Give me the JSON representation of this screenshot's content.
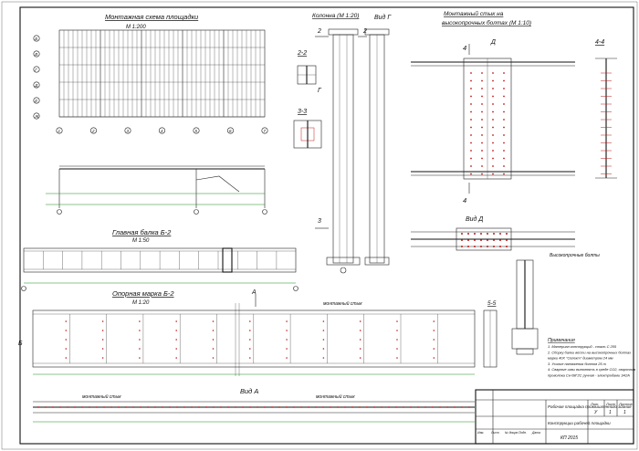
{
  "titles": {
    "plan": "Монтажная схема площадки",
    "plan_scale": "М 1:200",
    "column": "Колонна (М 1:20)",
    "joint": "Монтажный стык на",
    "joint2": "высокопрочных болтах (М 1:10)",
    "main_beam": "Главная балка Б-2",
    "main_beam_scale": "М 1:50",
    "support": "Опорная марка Б-2",
    "support_scale": "М 1:20"
  },
  "views": {
    "v22": "2-2",
    "v33": "3-3",
    "vidG": "Вид Г",
    "v44": "4-4",
    "vidD": "Вид Д",
    "vidA": "Вид А",
    "v55": "5-5",
    "D": "Д",
    "A": "А",
    "G": "Г",
    "B": "Б",
    "n2": "2",
    "n3": "3",
    "n4": "4"
  },
  "axes": {
    "rows": [
      "Б",
      "В",
      "Г",
      "Д",
      "Е",
      "Ж"
    ],
    "cols": [
      "1",
      "2",
      "3",
      "4",
      "5",
      "6",
      "7"
    ]
  },
  "notes": {
    "heading": "Примечания",
    "lines": [
      "1. Материал конструкций - сталь С 255",
      "2. Сборку балки вести на высокопрочных болтах",
      "марки 40Х \"Селект\" диаметром 24 мм",
      "3. Усилие натяжения болтов 25 т",
      "4. Сварные швы выполнять в среде СО2, сварочная",
      "проволока Св-08Г2С ручная - электродами Э42А"
    ]
  },
  "side_notes": {
    "label1": "Высокопрочные болты",
    "label2": "монтажный стык"
  },
  "stamp": {
    "title": "Рабочая площадка промышленного здания",
    "subtitle": "Конструкции рабочей площадки",
    "code": "КП 2015",
    "stage": "У",
    "sheet": "1",
    "sheets": "1",
    "heads": [
      "Изм.",
      "Лист",
      "№ докум.",
      "Подп.",
      "Дата"
    ],
    "stage_head": "Лит.",
    "sheet_head": "Лист",
    "sheets_head": "Листов"
  },
  "colors": {
    "line": "#222222",
    "bolt_red": "#c01818",
    "dim_green": "#1a8a1a",
    "accent_blue": "#1a3ac0",
    "frame": "#000000"
  }
}
